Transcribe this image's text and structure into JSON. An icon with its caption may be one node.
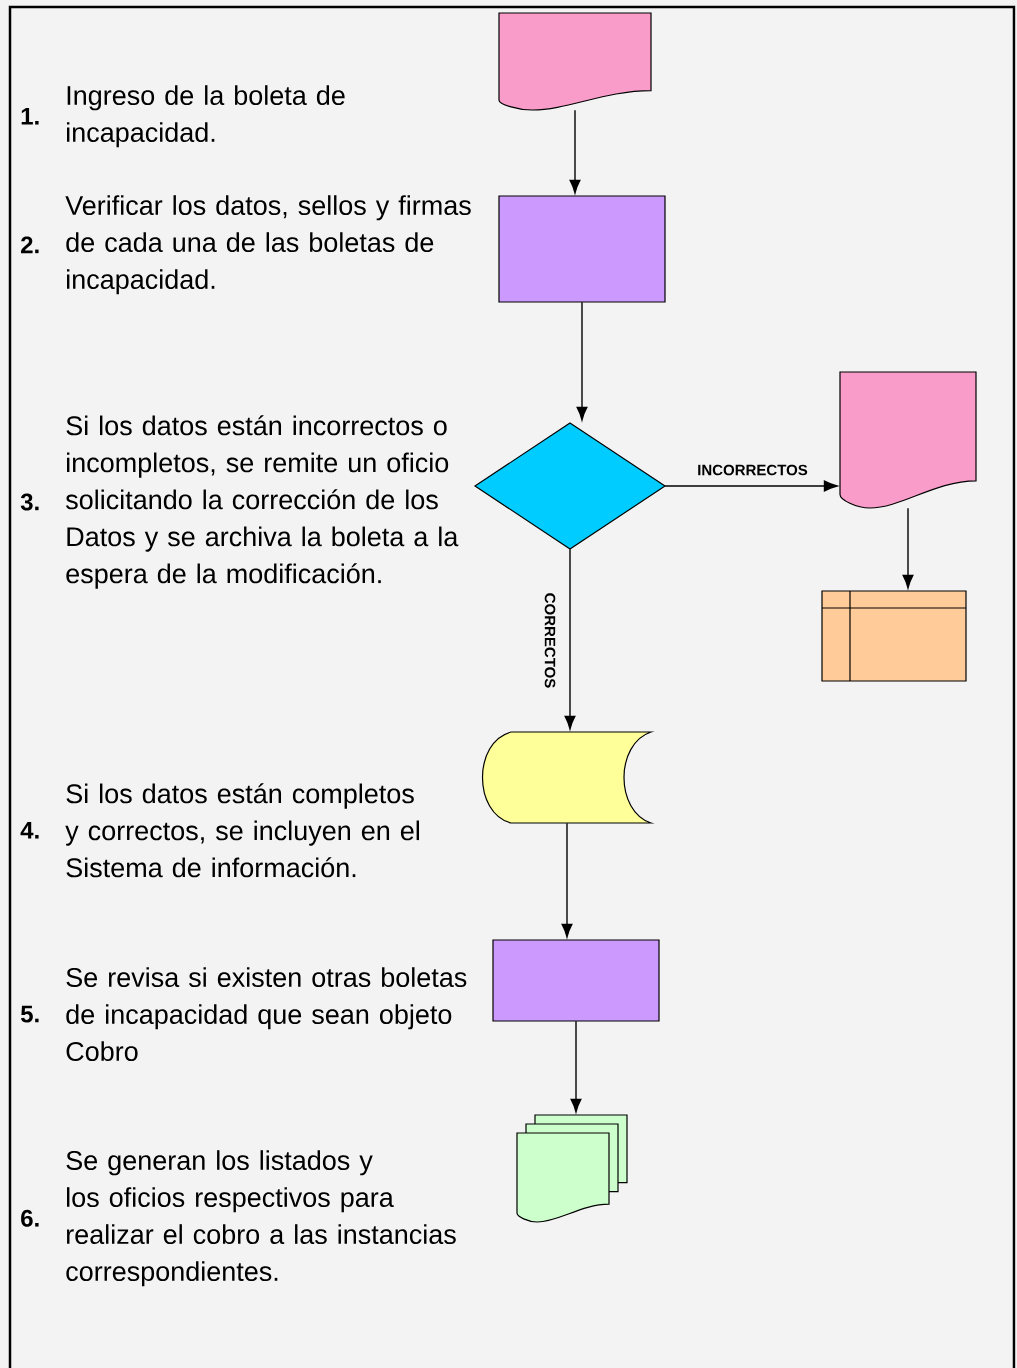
{
  "diagram": {
    "nodes": [
      {
        "text": [],
        "shape": "document"
      },
      {
        "text": [],
        "shape": "box"
      },
      {
        "text": [],
        "shape": "diamond"
      },
      {
        "text": [],
        "shape": "document"
      },
      {
        "text": [],
        "shape": "table"
      },
      {
        "text": [],
        "shape": "storage"
      },
      {
        "text": [],
        "shape": "box"
      },
      {
        "text": [],
        "shape": "documents"
      }
    ],
    "edges": [
      {
        "from": 0,
        "to": 1,
        "arrow": "to"
      },
      {
        "from": 1,
        "to": 2,
        "arrow": "to"
      },
      {
        "from": 2,
        "to": 3,
        "arrow": "to",
        "label": "INCORRECTOS"
      },
      {
        "from": 2,
        "to": 5,
        "arrow": "to",
        "label": "CORRECTOS"
      },
      {
        "from": 3,
        "to": 4,
        "arrow": "to"
      },
      {
        "from": 5,
        "to": 6,
        "arrow": "to"
      },
      {
        "from": 6,
        "to": 7,
        "arrow": "to"
      }
    ],
    "labels": [
      "1.",
      "Ingreso de la boleta de incapacidad.",
      "2.",
      "Verificar los datos, sellos y firmas de cada una de las boletas de incapacidad.",
      "3.",
      "Si los datos están incorrectos o incompletos, se remite un oficio solicitando la corrección de los Datos y se archiva la boleta a la espera de la modificación.",
      "4.",
      "Si los datos están completos y correctos, se incluyen en el Sistema de información.",
      "5.",
      "Se revisa si existen otras boletas de incapacidad que sean objeto Cobro",
      "6.",
      "Se generan los listados y los oficios respectivos para realizar el cobro a las instancias correspondientes."
    ]
  }
}
